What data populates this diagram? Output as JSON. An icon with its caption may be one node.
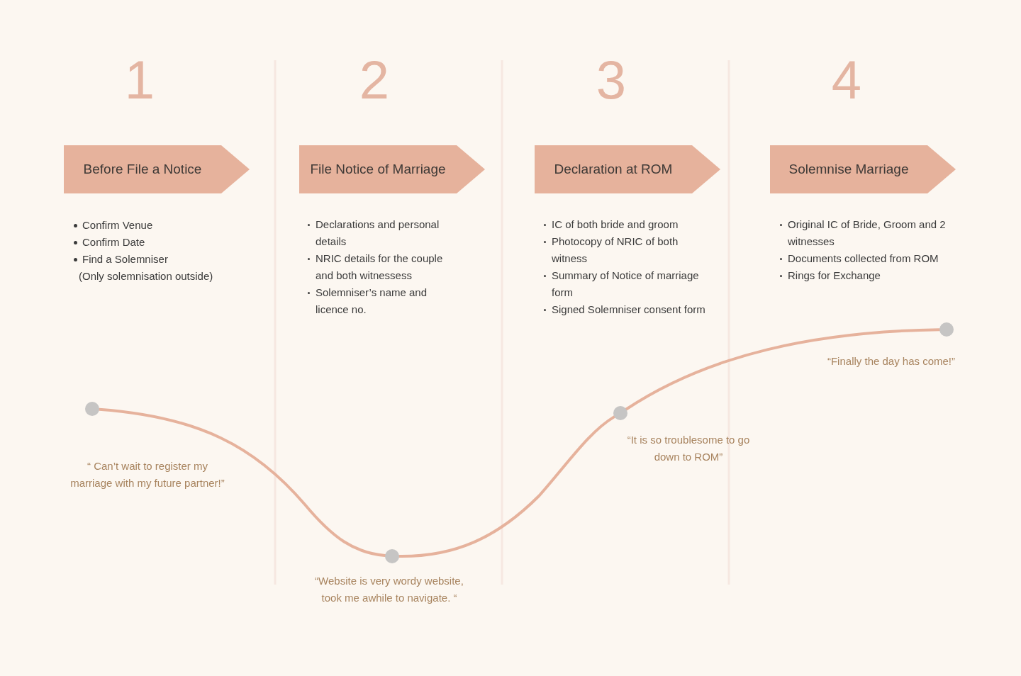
{
  "diagram": {
    "nodes": [
      {
        "text": [
          "Before File a Notice"
        ],
        "beside": [
          "1",
          "Confirm Venue",
          "Confirm Date",
          "Find a Solemniser",
          "(Only solemnisation outside)"
        ]
      },
      {
        "text": [
          "File Notice of Marriage"
        ],
        "beside": [
          "2",
          "Declarations and personal details",
          "NRIC details for the couple and both witnessess",
          "Solemniser’s name and licence no."
        ]
      },
      {
        "text": [
          "Declaration at ROM"
        ],
        "beside": [
          "3",
          "IC of both bride and groom",
          "Photocopy of NRIC of both witness",
          "Summary of Notice of marriage form",
          "Signed Solemniser consent form"
        ]
      },
      {
        "text": [
          "Solemnise Marriage"
        ],
        "beside": [
          "4",
          "Original IC of Bride, Groom and 2 witnesses",
          "Documents collected from ROM",
          "Rings for Exchange"
        ]
      },
      {
        "text": [],
        "shape": "circle"
      },
      {
        "text": [],
        "shape": "circle",
        "beside": [
          "“Website is very wordy website, took me awhile to navigate. “"
        ]
      },
      {
        "text": [],
        "shape": "circle",
        "beside": [
          "“It is so troublesome to go down to ROM”"
        ]
      },
      {
        "text": [],
        "shape": "circle",
        "beside": [
          "“Finally the day has come!”"
        ]
      }
    ],
    "edges": [
      {
        "from": 4,
        "to": 5,
        "arrow": "none"
      },
      {
        "from": 5,
        "to": 6,
        "arrow": "none"
      },
      {
        "from": 6,
        "to": 7,
        "arrow": "none"
      }
    ],
    "labels": [
      "“ Can’t wait to register my marriage with my future partner!”"
    ]
  }
}
